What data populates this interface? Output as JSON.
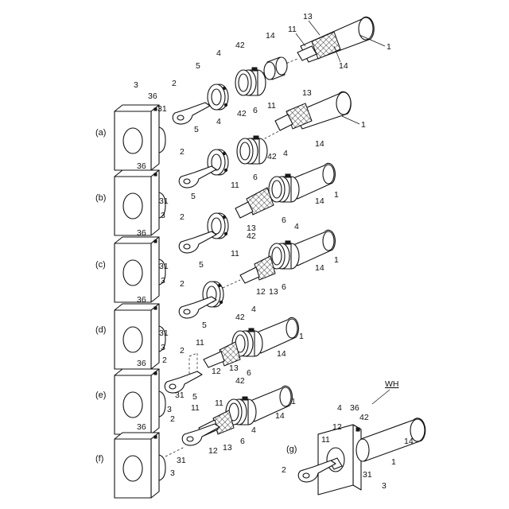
{
  "steps": [
    "(a)",
    "(b)",
    "(c)",
    "(d)",
    "(e)",
    "(f)",
    "(g)"
  ],
  "refs": {
    "wire": "1",
    "terminal": "2",
    "housing": "3",
    "seal": "4",
    "nut": "5",
    "ring": "6",
    "core": "11",
    "bare": "12",
    "braid": "13",
    "sheath": "14",
    "port": "31",
    "lug": "36",
    "flange": "42",
    "assembly": "WH"
  }
}
